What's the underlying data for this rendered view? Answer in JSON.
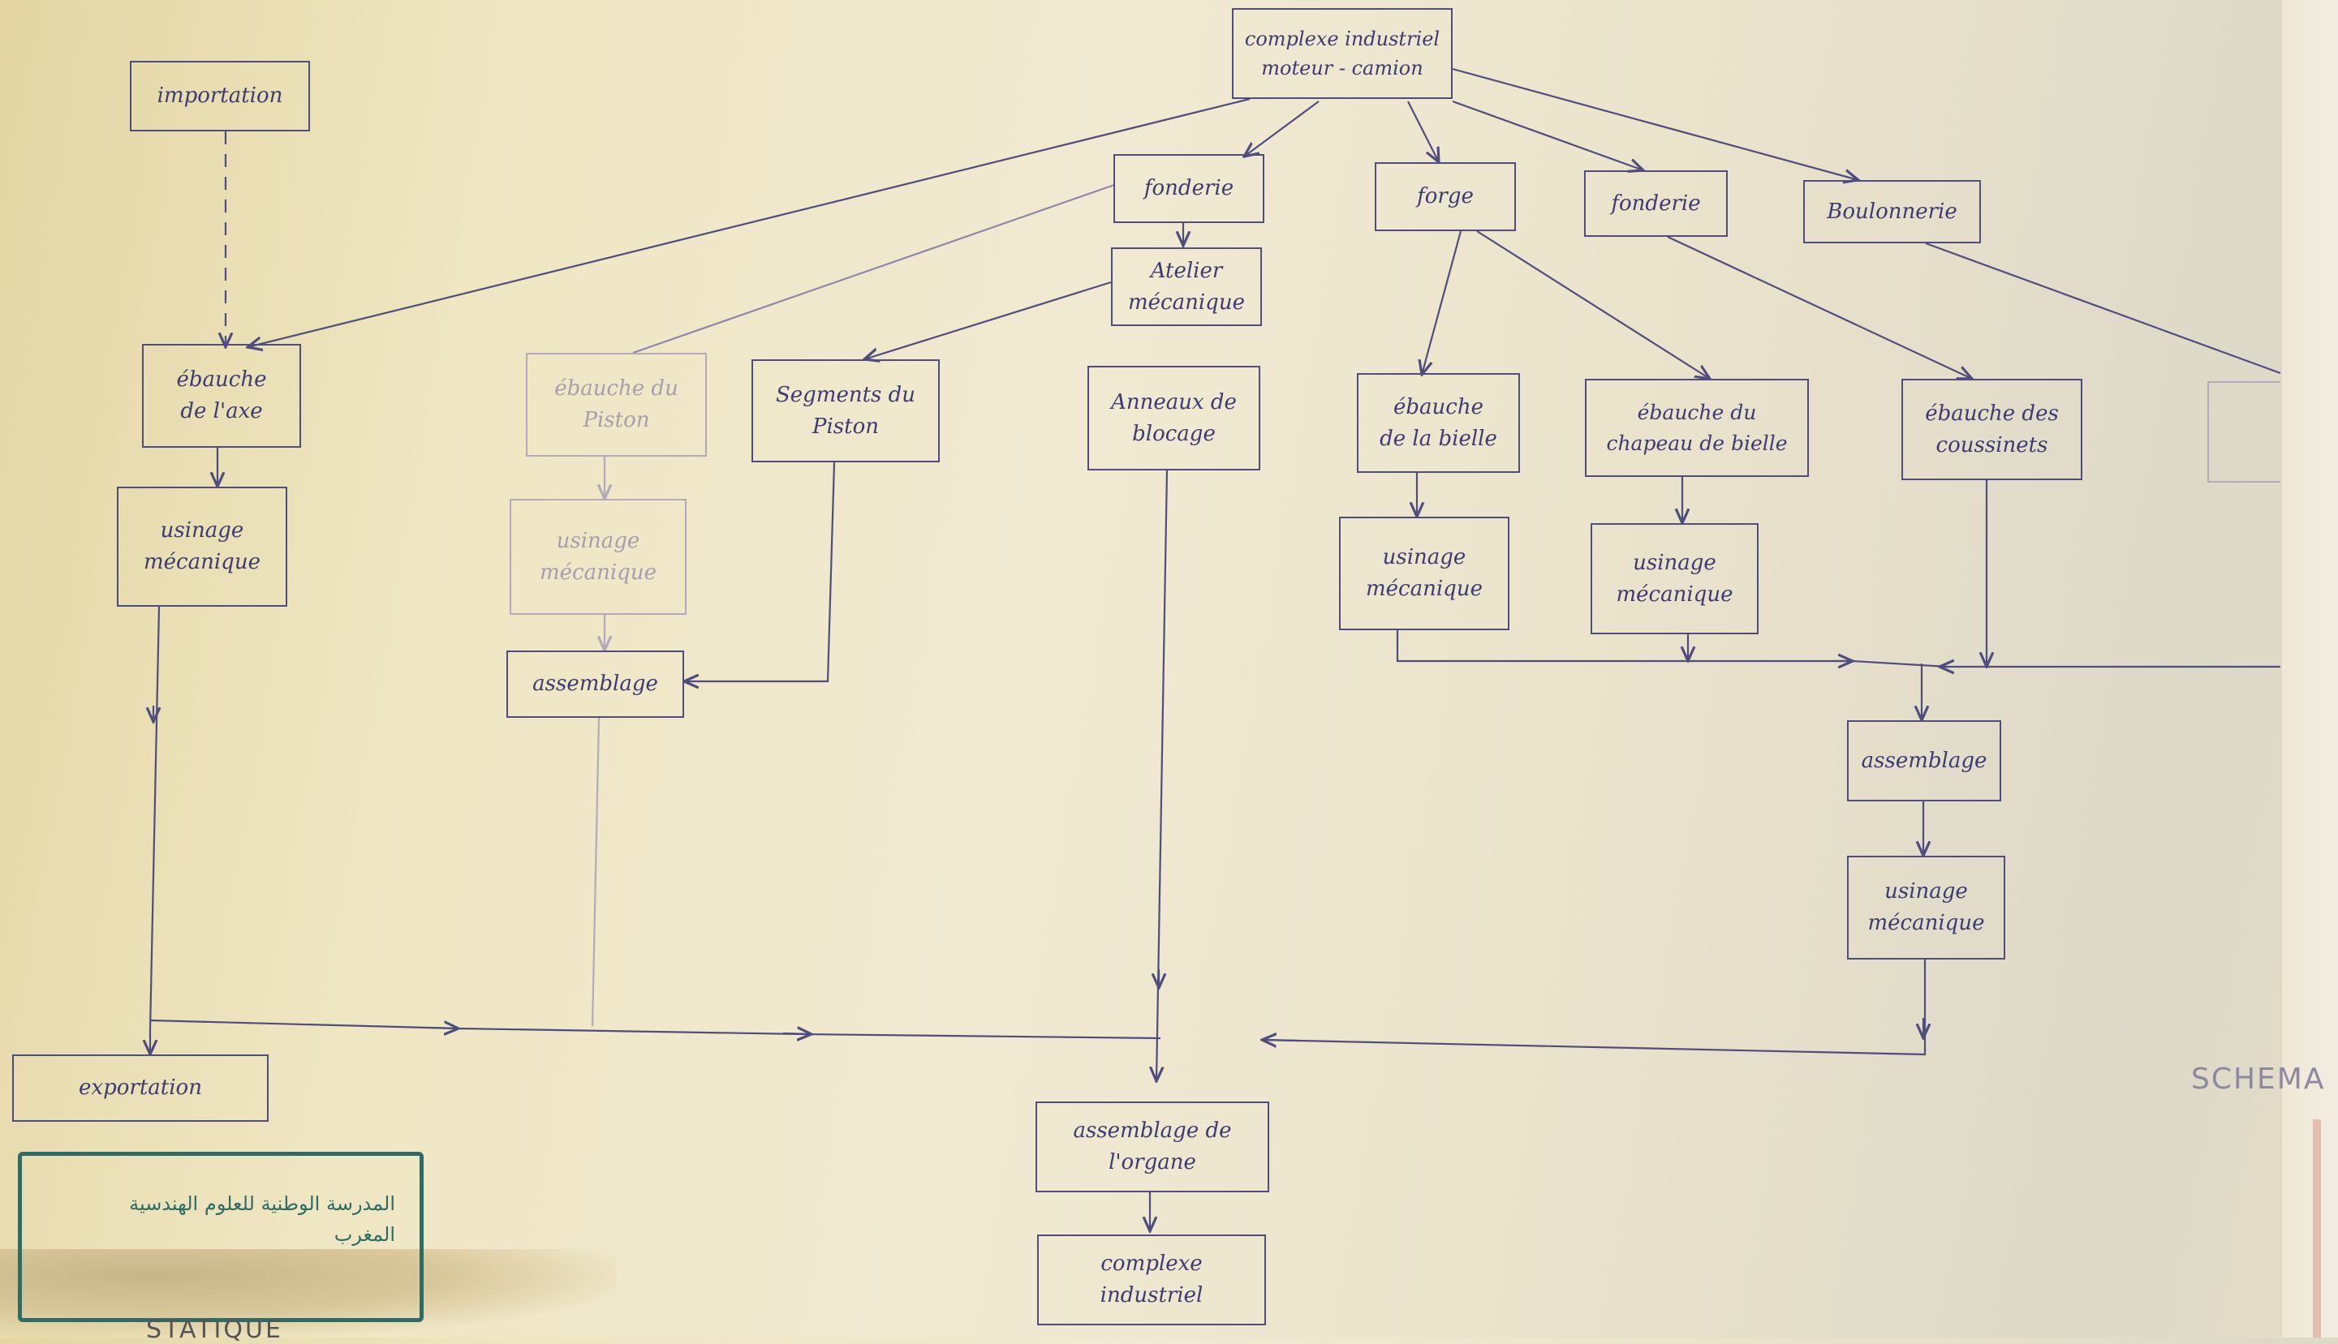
{
  "nodes": {
    "complexe_moteur": [
      "complexe industriel",
      "moteur - camion"
    ],
    "importation": [
      "importation"
    ],
    "fonderie_1": [
      "fonderie"
    ],
    "atelier_mecanique": [
      "Atelier",
      "mécanique"
    ],
    "forge": [
      "forge"
    ],
    "fonderie_2": [
      "fonderie"
    ],
    "boulonnerie": [
      "Boulonnerie"
    ],
    "ebauche_axe": [
      "ébauche",
      "de l'axe"
    ],
    "ebauche_piston": [
      "ébauche du",
      "Piston"
    ],
    "segments_piston": [
      "Segments du",
      "Piston"
    ],
    "anneaux_blocage": [
      "Anneaux de",
      "blocage"
    ],
    "ebauche_bielle": [
      "ébauche",
      "de la bielle"
    ],
    "ebauche_chapeau": [
      "ébauche du",
      "chapeau de bielle"
    ],
    "ebauche_coussinets": [
      "ébauche des",
      "coussinets"
    ],
    "usinage_axe": [
      "usinage",
      "mécanique"
    ],
    "usinage_piston": [
      "usinage",
      "mécanique"
    ],
    "assemblage_piston": [
      "assemblage"
    ],
    "usinage_bielle": [
      "usinage",
      "mécanique"
    ],
    "usinage_chapeau": [
      "usinage",
      "mécanique"
    ],
    "assemblage_bielle": [
      "assemblage"
    ],
    "usinage_final": [
      "usinage",
      "mécanique"
    ],
    "exportation": [
      "exportation"
    ],
    "assemblage_organe": [
      "assemblage de",
      "l'organe"
    ],
    "complexe_final": [
      "complexe",
      "industriel"
    ]
  },
  "edge_color": "#4e4d7d",
  "schema_label": "SCHEMA",
  "stamp_text": [
    "المدرسة الوطنية للعلوم الهندسية",
    "المغرب"
  ],
  "bottom_text": "STATIQUE"
}
